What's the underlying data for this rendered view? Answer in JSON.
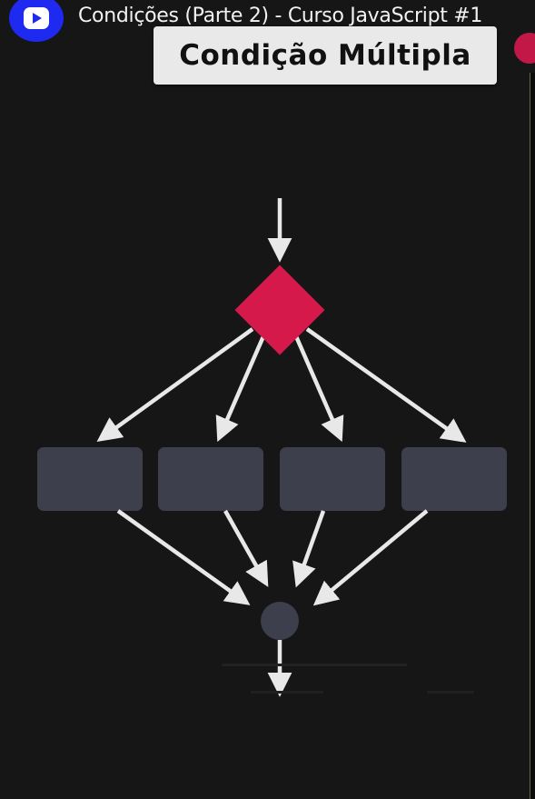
{
  "header": {
    "video_title": "Condições (Parte 2) - Curso JavaScript #1",
    "logo_icon": "play-icon"
  },
  "slide": {
    "title_card": "Condição Múltipla"
  },
  "colors": {
    "background": "#161616",
    "decision": "#d6194b",
    "branch_box": "#3d3f4d",
    "arrow": "#e8e8e8",
    "logo": "#1e2af0",
    "title_card_bg": "#e9e9e9"
  },
  "diagram": {
    "type": "flowchart",
    "nodes": [
      {
        "id": "decision",
        "shape": "diamond"
      },
      {
        "id": "branch-1",
        "shape": "rounded-rect"
      },
      {
        "id": "branch-2",
        "shape": "rounded-rect"
      },
      {
        "id": "branch-3",
        "shape": "rounded-rect"
      },
      {
        "id": "branch-4",
        "shape": "rounded-rect"
      },
      {
        "id": "merge",
        "shape": "circle"
      }
    ],
    "edges": [
      {
        "from": "start",
        "to": "decision"
      },
      {
        "from": "decision",
        "to": "branch-1"
      },
      {
        "from": "decision",
        "to": "branch-2"
      },
      {
        "from": "decision",
        "to": "branch-3"
      },
      {
        "from": "decision",
        "to": "branch-4"
      },
      {
        "from": "branch-1",
        "to": "merge"
      },
      {
        "from": "branch-2",
        "to": "merge"
      },
      {
        "from": "branch-3",
        "to": "merge"
      },
      {
        "from": "branch-4",
        "to": "merge"
      },
      {
        "from": "merge",
        "to": "end"
      }
    ]
  }
}
